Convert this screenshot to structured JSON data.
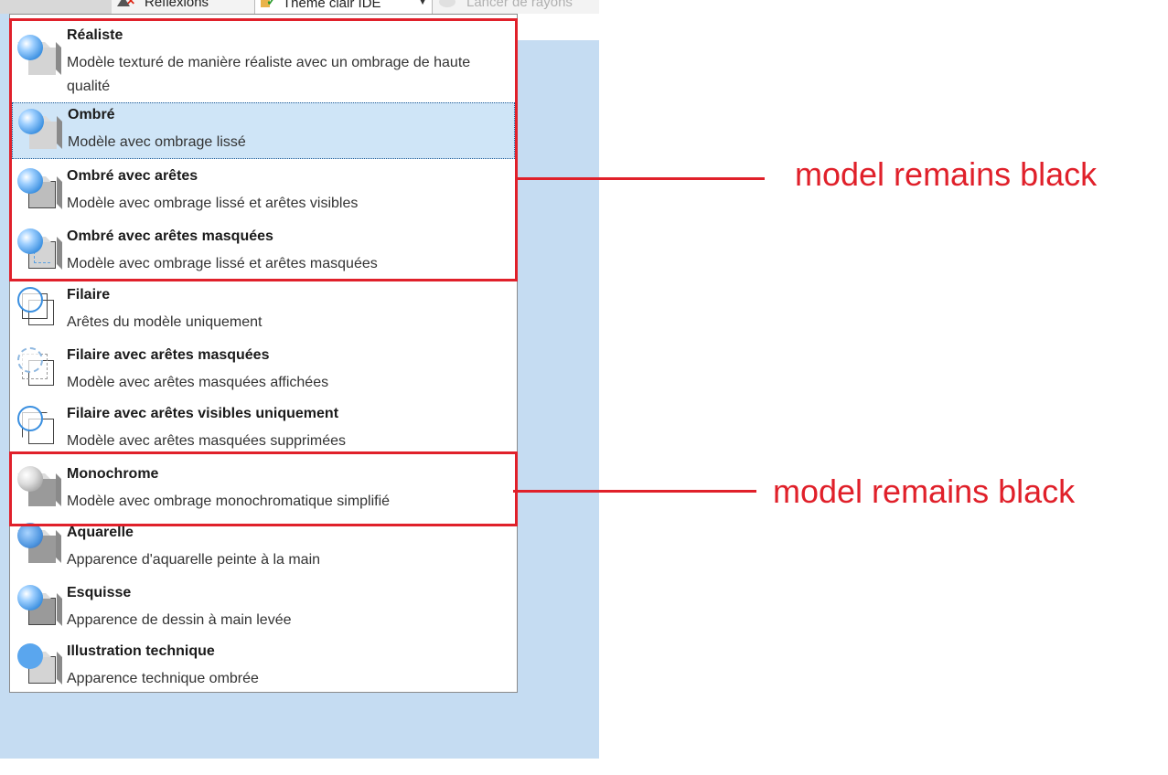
{
  "toolbar": {
    "reflexions_label": "Réflexions",
    "theme_label": "Thème clair IDE",
    "ray_label": "Lancer de rayons"
  },
  "menu": {
    "items": [
      {
        "name": "Réaliste",
        "desc": "Modèle texturé de manière réaliste avec un ombrage de haute qualité",
        "icon": "realistic-shading-icon"
      },
      {
        "name": "Ombré",
        "desc": "Modèle avec ombrage lissé",
        "icon": "shaded-icon",
        "selected": true
      },
      {
        "name": "Ombré avec arêtes",
        "desc": "Modèle avec ombrage lissé et arêtes visibles",
        "icon": "shaded-with-edges-icon"
      },
      {
        "name": "Ombré avec arêtes masquées",
        "desc": "Modèle avec ombrage lissé et arêtes masquées",
        "icon": "shaded-hidden-edges-icon"
      },
      {
        "name": "Filaire",
        "desc": "Arêtes du modèle uniquement",
        "icon": "wireframe-icon"
      },
      {
        "name": "Filaire avec arêtes masquées",
        "desc": "Modèle avec arêtes masquées affichées",
        "icon": "wireframe-hidden-edges-icon"
      },
      {
        "name": "Filaire avec arêtes visibles uniquement",
        "desc": "Modèle avec arêtes masquées supprimées",
        "icon": "wireframe-visible-edges-icon"
      },
      {
        "name": "Monochrome",
        "desc": "Modèle avec ombrage monochromatique simplifié",
        "icon": "monochrome-icon"
      },
      {
        "name": "Aquarelle",
        "desc": "Apparence d'aquarelle peinte à la main",
        "icon": "watercolor-icon"
      },
      {
        "name": "Esquisse",
        "desc": "Apparence de dessin à main levée",
        "icon": "sketch-icon"
      },
      {
        "name": "Illustration technique",
        "desc": "Apparence technique ombrée",
        "icon": "technical-illustration-icon"
      }
    ]
  },
  "annotations": {
    "top": "model remains black",
    "bottom": "model remains black",
    "color": "#e0202a"
  }
}
